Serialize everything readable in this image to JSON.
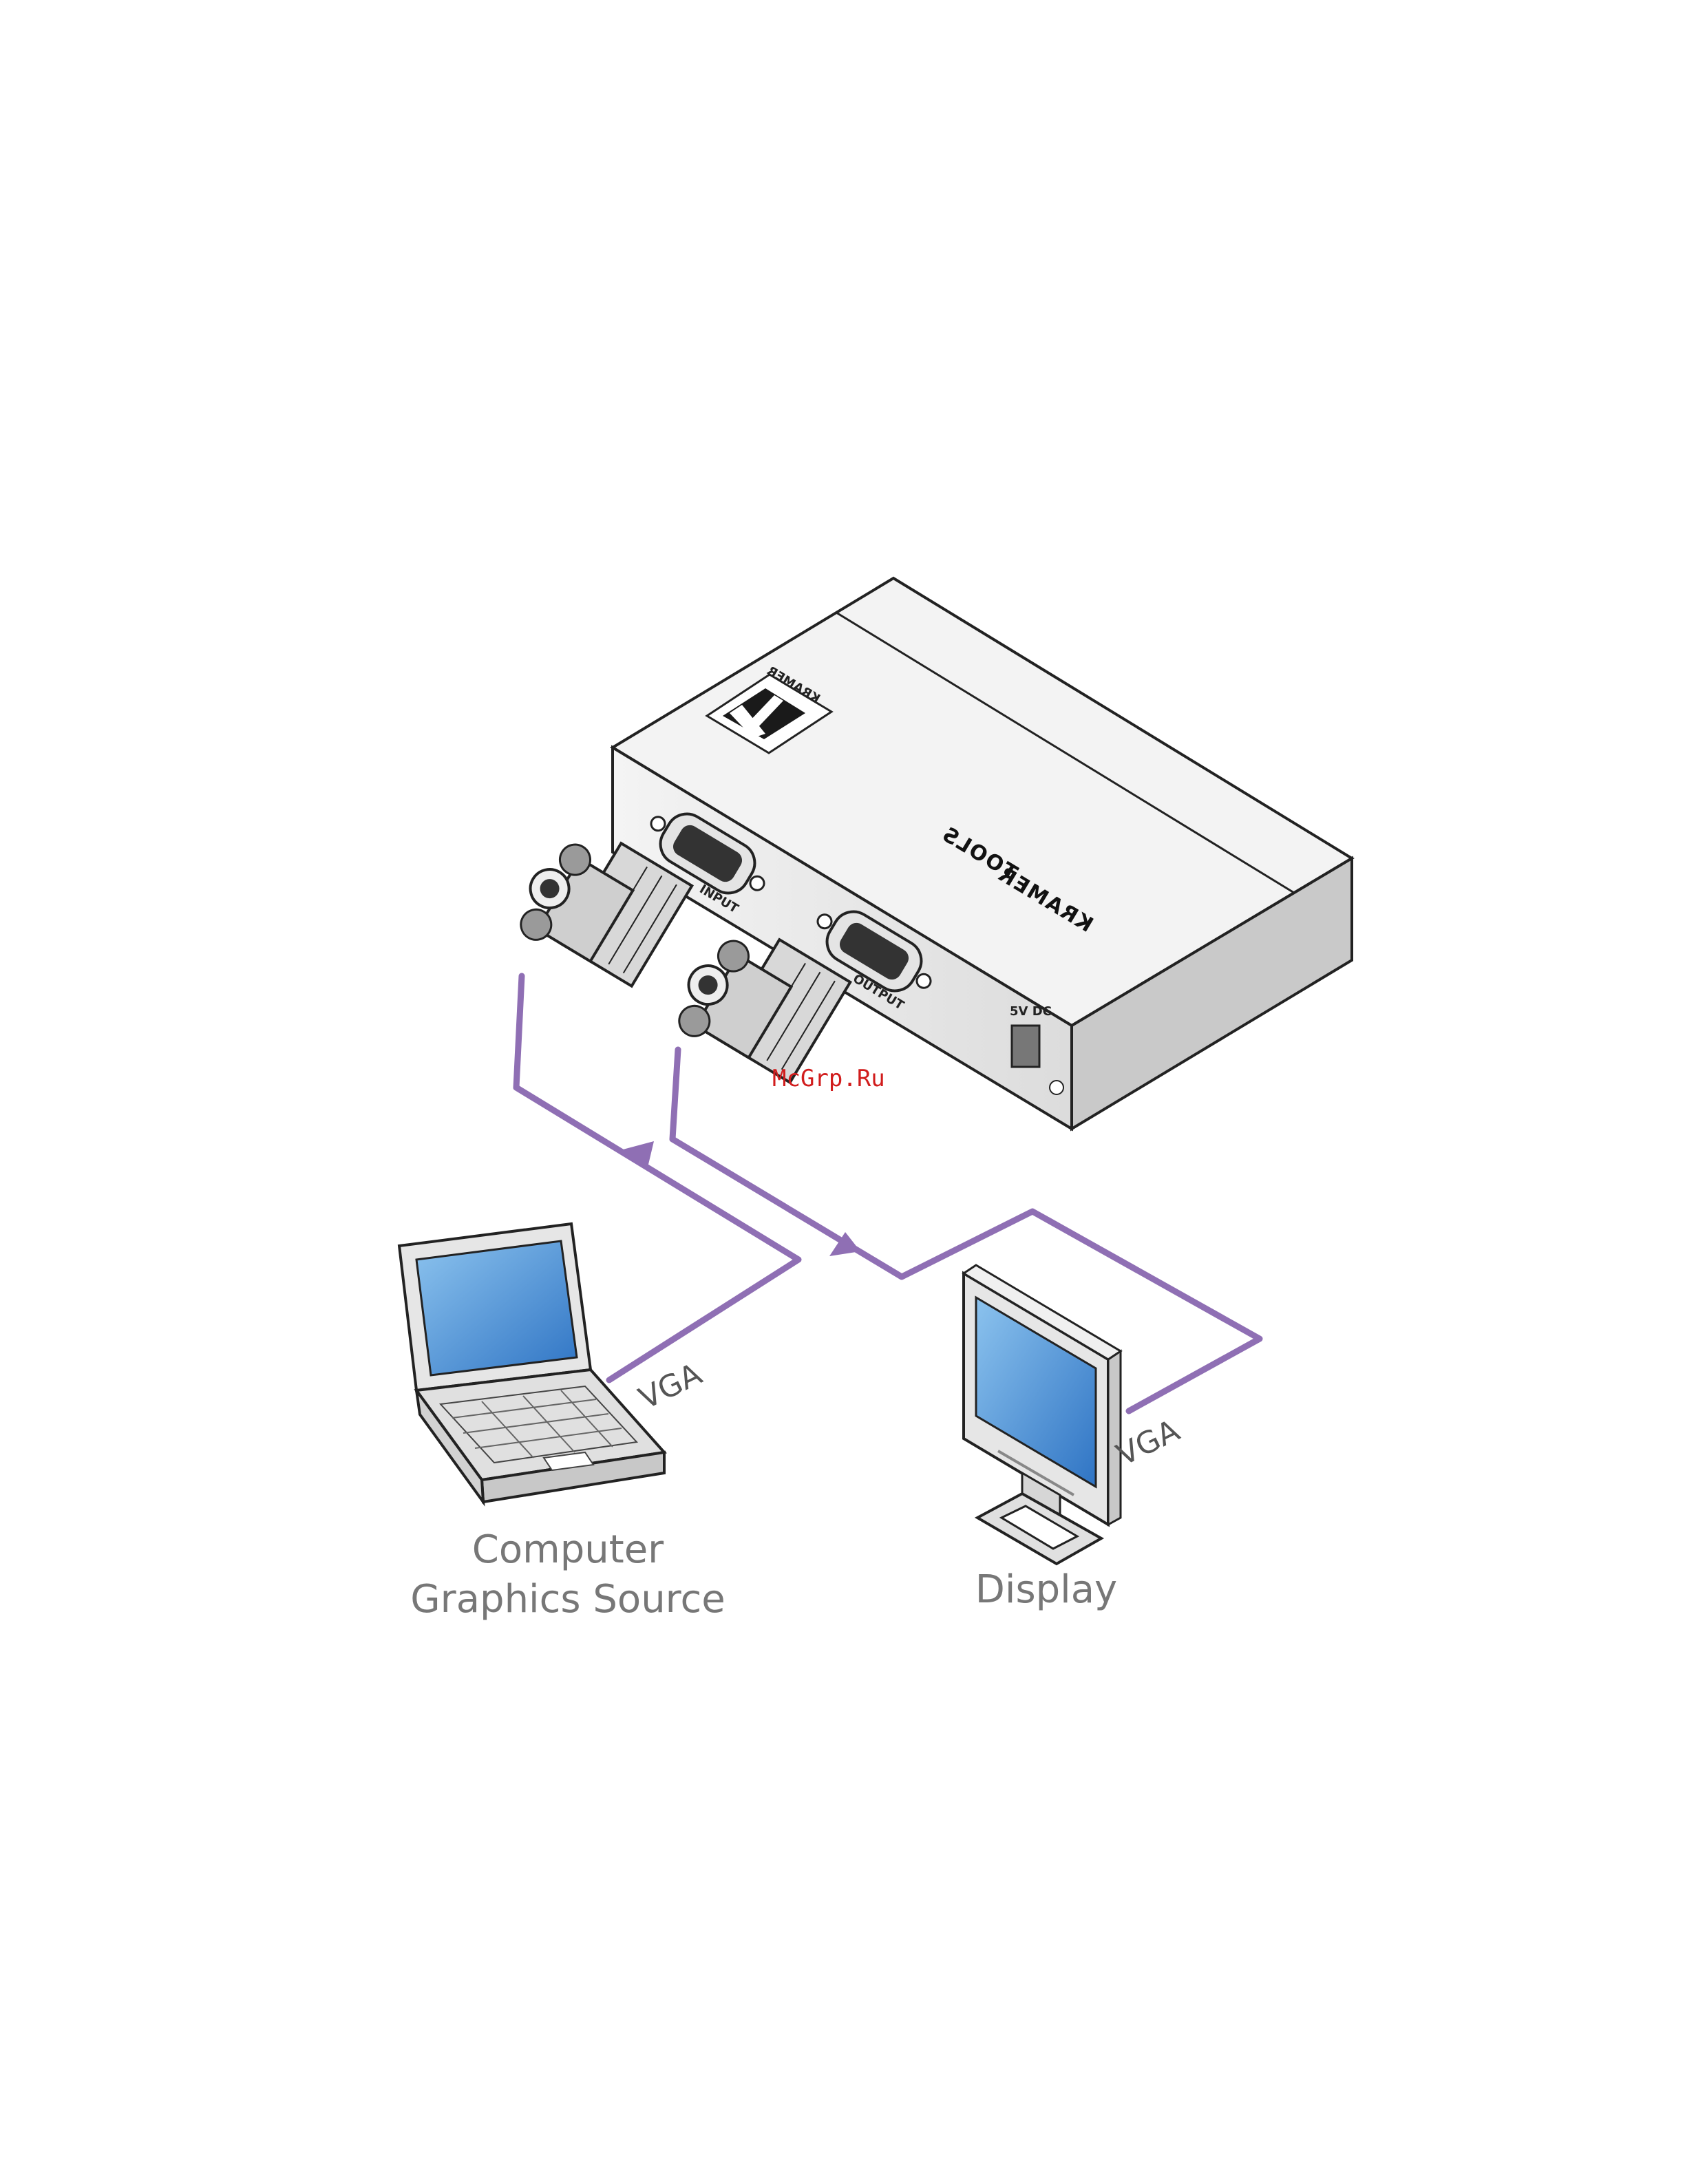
{
  "device": {
    "brand_label": "KRAMER",
    "series_label": "TOOLS",
    "logo_text": "KRAMER",
    "input_port_label": "INPUT",
    "output_port_label": "OUTPUT",
    "power_label": "5V DC"
  },
  "cables": {
    "input_cable_label": "VGA",
    "output_cable_label": "VGA",
    "color": "#8f6fb4"
  },
  "nodes": {
    "source_label_line1": "Computer",
    "source_label_line2": "Graphics Source",
    "display_label": "Display"
  },
  "watermark": "McGrp.Ru",
  "colors": {
    "device_body": "#e8e8e8",
    "device_top": "#f2f2f2",
    "screen": "#4d8ed3",
    "outline": "#222222"
  }
}
